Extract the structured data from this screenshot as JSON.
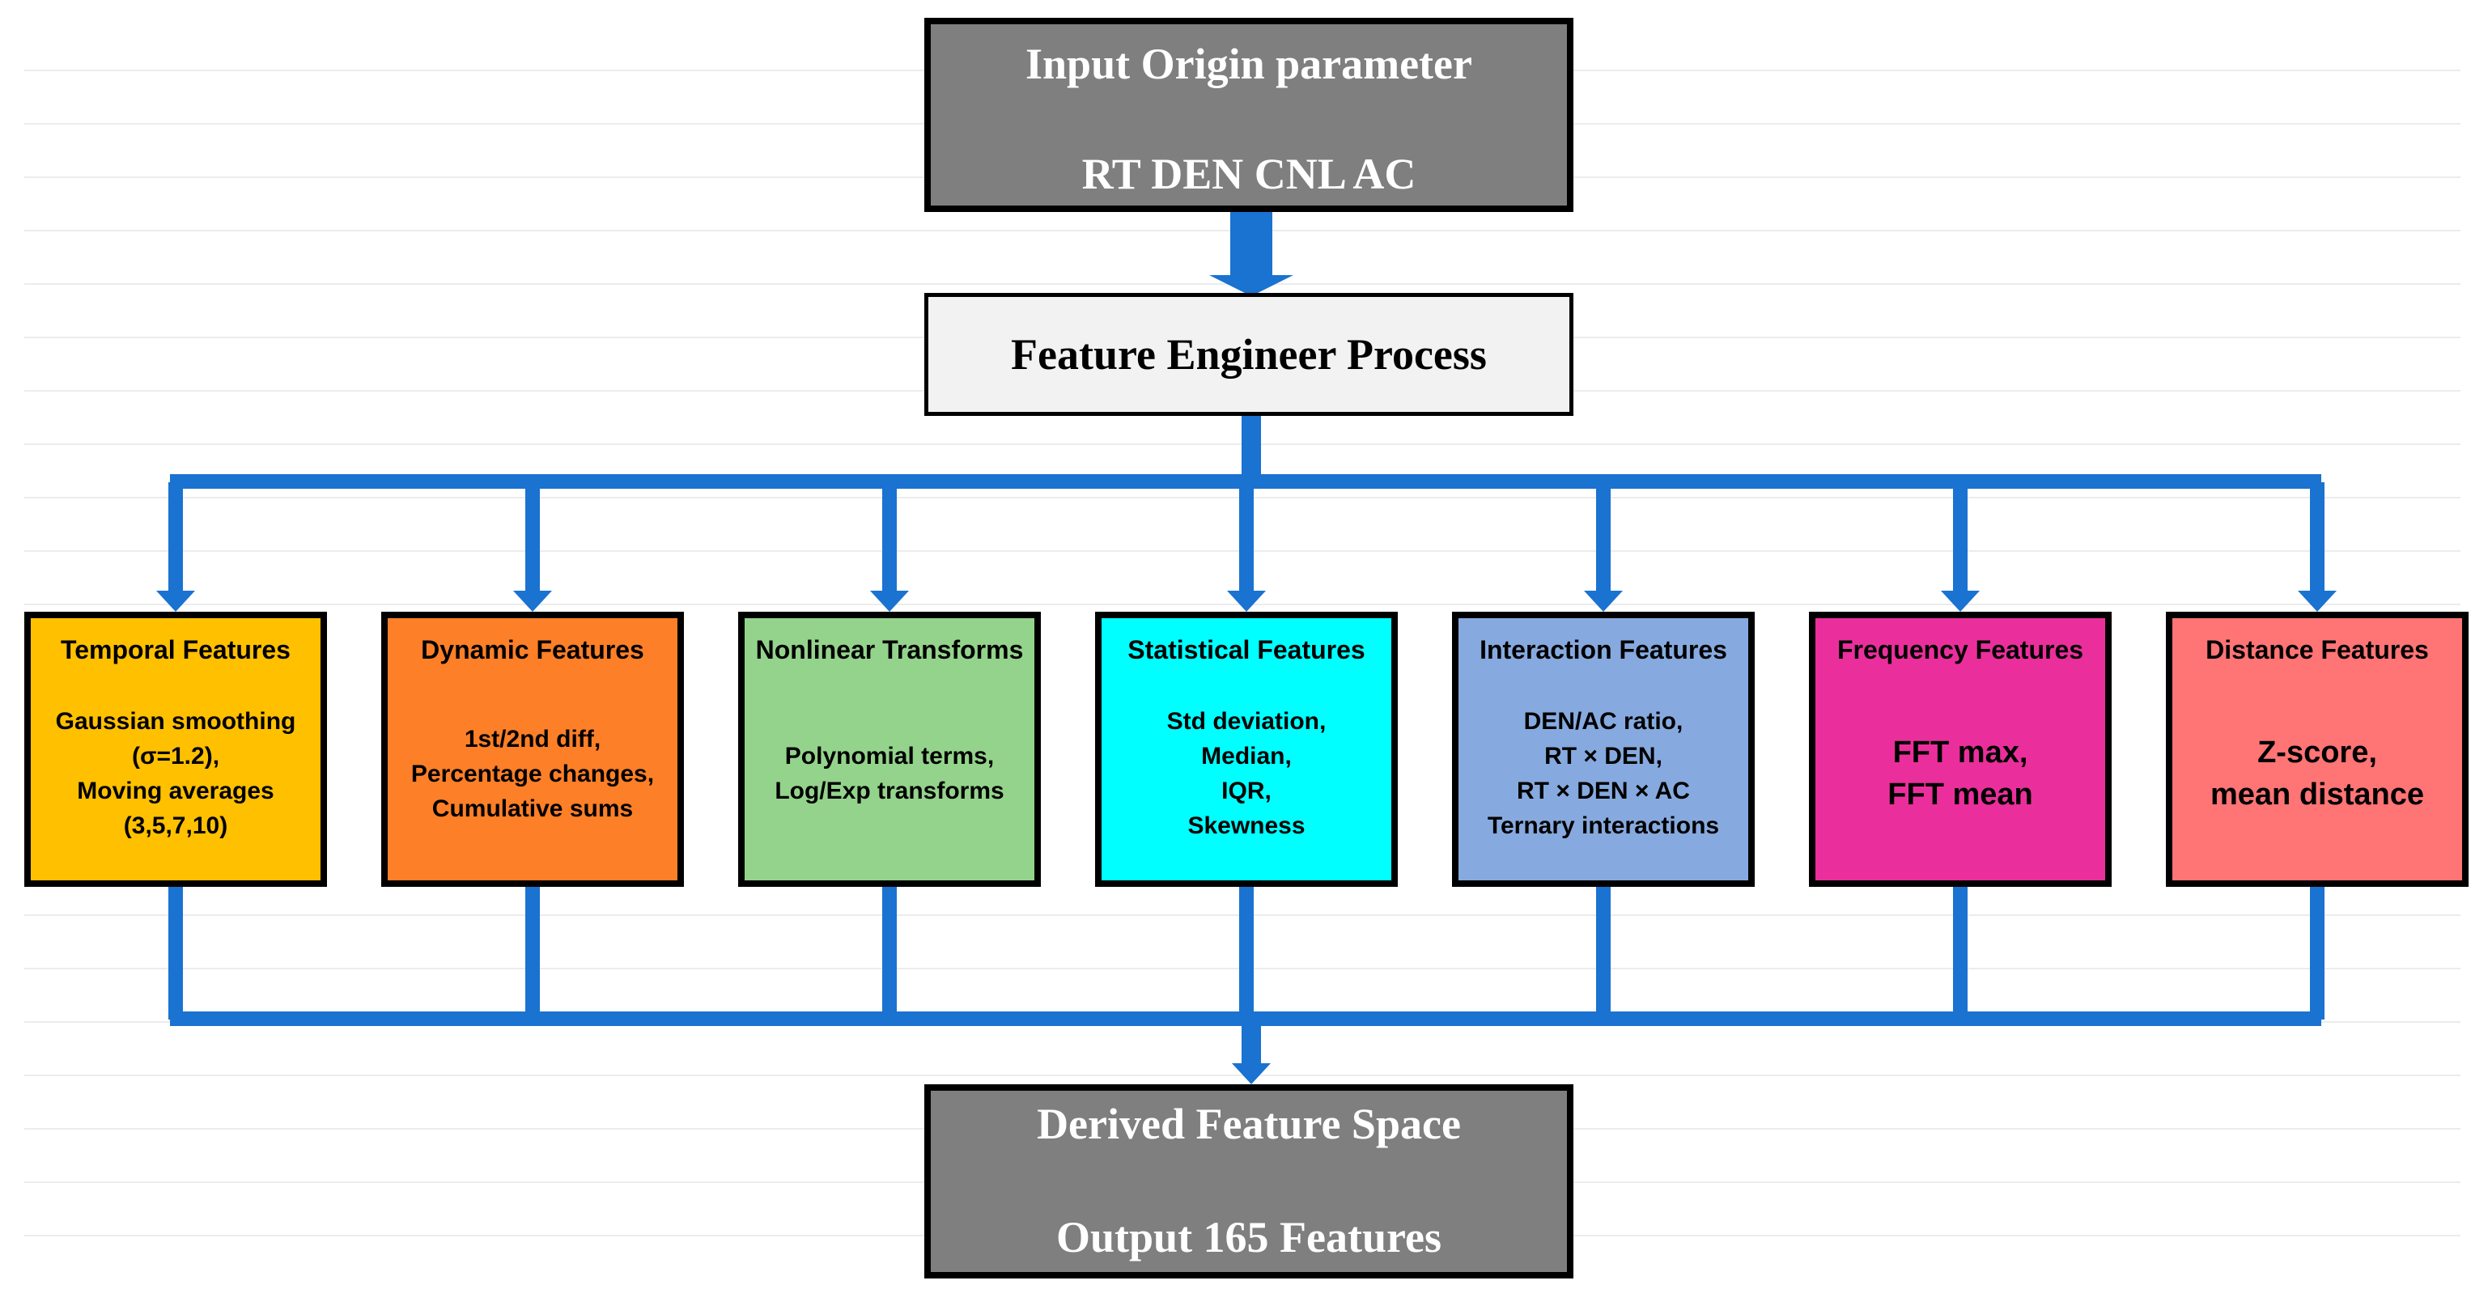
{
  "input_box": {
    "line1": "Input Origin parameter",
    "line2": "RT DEN CNL AC"
  },
  "process_box": {
    "label": "Feature Engineer Process"
  },
  "features": [
    {
      "title": "Temporal Features",
      "body": "Gaussian smoothing\n(σ=1.2),\nMoving averages\n(3,5,7,10)",
      "color": "#ffc000"
    },
    {
      "title": "Dynamic Features",
      "body": "1st/2nd diff,\nPercentage changes,\nCumulative sums",
      "color": "#fd7f27"
    },
    {
      "title": "Nonlinear Transforms",
      "body": "Polynomial terms,\nLog/Exp transforms",
      "color": "#94d38b"
    },
    {
      "title": "Statistical Features",
      "body": "Std deviation,\nMedian,\nIQR,\nSkewness",
      "color": "#00ffff"
    },
    {
      "title": "Interaction Features",
      "body": "DEN/AC ratio,\nRT × DEN,\nRT × DEN × AC\nTernary interactions",
      "color": "#86aadf"
    },
    {
      "title": "Frequency Features",
      "body": "FFT max,\nFFT mean",
      "color": "#ea2f9c"
    },
    {
      "title": "Distance Features",
      "body": "Z-score,\nmean distance",
      "color": "#ff7474"
    }
  ],
  "output_box": {
    "line1": "Derived Feature Space",
    "line2": "Output 165 Features"
  },
  "colors": {
    "connector": "#1a72d1",
    "io_box": "#7f7f7f",
    "process_box": "#f2f2f2"
  }
}
